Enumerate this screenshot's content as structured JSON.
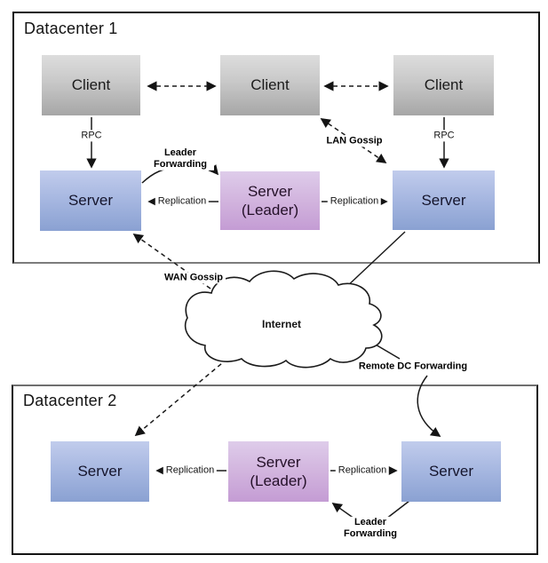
{
  "diagram": {
    "datacenter1": {
      "title": "Datacenter 1",
      "clients": [
        "Client",
        "Client",
        "Client"
      ],
      "server_left_label": "Server",
      "leader_label_line1": "Server",
      "leader_label_line2": "(Leader)",
      "server_right_label": "Server",
      "labels": {
        "rpc_left": "RPC",
        "rpc_right": "RPC",
        "lan_gossip": "LAN Gossip",
        "leader_forwarding_line1": "Leader",
        "leader_forwarding_line2": "Forwarding",
        "replication_left": "Replication",
        "replication_right": "Replication"
      }
    },
    "wan": {
      "wan_gossip": "WAN Gossip",
      "internet": "Internet",
      "remote_dc_forwarding": "Remote DC Forwarding"
    },
    "datacenter2": {
      "title": "Datacenter 2",
      "server_left_label": "Server",
      "leader_label_line1": "Server",
      "leader_label_line2": "(Leader)",
      "server_right_label": "Server",
      "labels": {
        "replication_left": "Replication",
        "replication_right": "Replication",
        "leader_forwarding_line1": "Leader",
        "leader_forwarding_line2": "Forwarding"
      }
    }
  },
  "colors": {
    "client_gradient_top": "#dddddd",
    "client_gradient_bottom": "#a6a6a6",
    "server_gradient_top": "#c1ccec",
    "server_gradient_bottom": "#8aa1d2",
    "leader_gradient_top": "#deccea",
    "leader_gradient_bottom": "#c49cd4",
    "line": "#1a1a1a",
    "frame_border": "#141414",
    "background": "#ffffff"
  }
}
